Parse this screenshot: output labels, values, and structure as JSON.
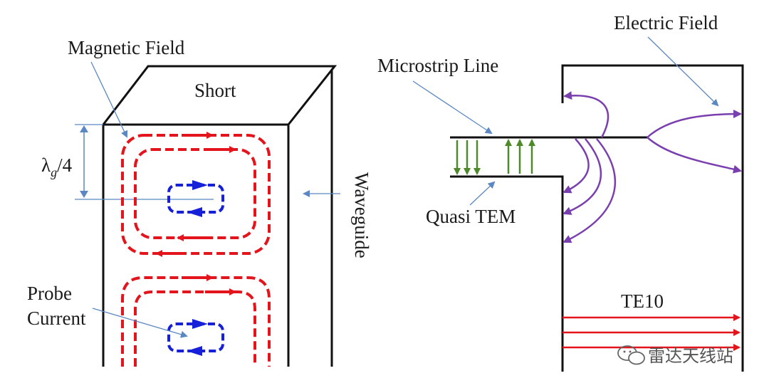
{
  "labels": {
    "magnetic_field": "Magnetic Field",
    "short": "Short",
    "lambda_symbol": "λ",
    "lambda_sub": "g",
    "lambda_rest": "/4",
    "waveguide": "Waveguide",
    "probe": "Probe",
    "current": "Current",
    "electric_field": "Electric Field",
    "microstrip_line": "Microstrip Line",
    "quasi_tem": "Quasi TEM",
    "te10": "TE10"
  },
  "watermark": {
    "text": "雷达天线站",
    "icon": "wechat-bubble-icon"
  },
  "colors": {
    "magnetic_loop": "#e3141b",
    "probe_current": "#1520d8",
    "electric_field": "#7a3fae",
    "quasi_tem_field": "#4e8a2a",
    "te10_arrow": "#e3141b",
    "pointer": "#5b87c2",
    "outline": "#111111"
  }
}
